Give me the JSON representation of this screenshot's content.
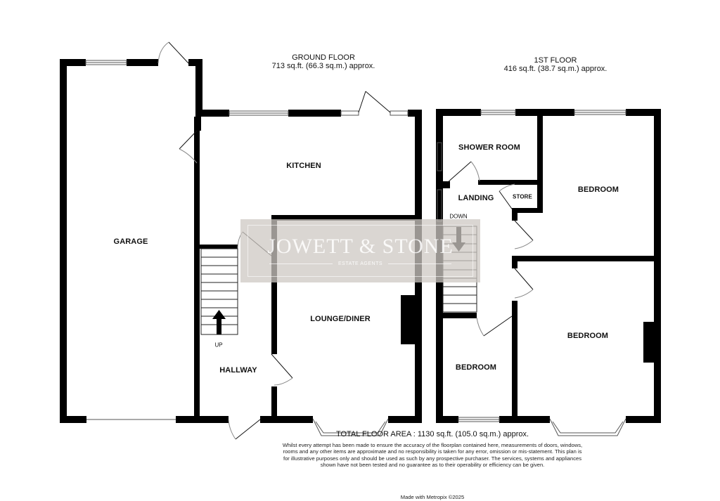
{
  "floors": [
    {
      "name": "GROUND FLOOR",
      "area": "713 sq.ft. (66.3 sq.m.) approx."
    },
    {
      "name": "1ST FLOOR",
      "area": "416 sq.ft. (38.7 sq.m.) approx."
    }
  ],
  "rooms": {
    "garage": "GARAGE",
    "kitchen": "KITCHEN",
    "lounge_diner": "LOUNGE/DINER",
    "hallway": "HALLWAY",
    "shower_room": "SHOWER ROOM",
    "landing": "LANDING",
    "store": "STORE",
    "bedroom_1": "BEDROOM",
    "bedroom_2": "BEDROOM",
    "bedroom_3": "BEDROOM"
  },
  "stairs": {
    "ground": "UP",
    "first": "DOWN"
  },
  "watermark": {
    "brand": "JOWETT & STONE",
    "subtitle": "ESTATE AGENTS"
  },
  "footer": {
    "total_area": "TOTAL FLOOR AREA : 1130 sq.ft. (105.0 sq.m.) approx.",
    "disclaimer": "Whilst every attempt has been made to ensure the accuracy of the floorplan contained here, measurements of doors, windows, rooms and any other items are approximate and no responsibility is taken for any error, omission or mis-statement. This plan is for illustrative purposes only and should be used as such by any prospective purchaser. The services, systems and appliances shown have not been tested and no guarantee as to their operability or efficiency can be given.",
    "made_with": "Made with Metropix ©2025"
  },
  "colors": {
    "wall": "#000000",
    "watermark_bg": "#cdc8c3",
    "background": "#ffffff"
  }
}
